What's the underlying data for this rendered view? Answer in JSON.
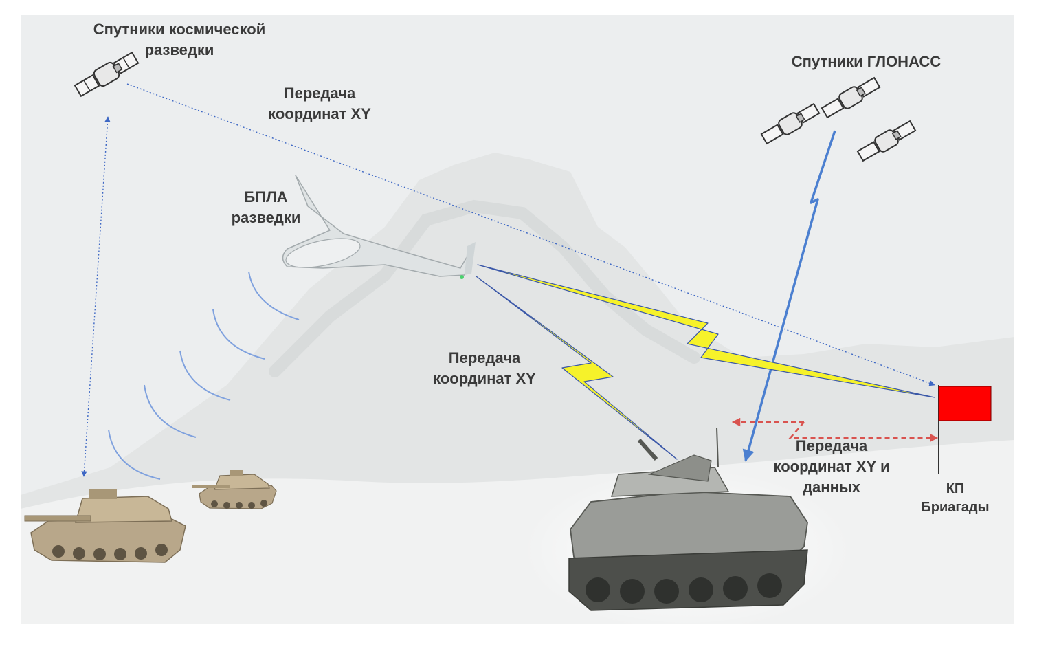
{
  "labels": {
    "recon_satellites": {
      "line1": "Спутники космической",
      "line2": "разведки"
    },
    "glonass_satellites": "Спутники ГЛОНАСС",
    "coord_transfer_top": {
      "line1": "Передача",
      "line2": "координат XY"
    },
    "uav": {
      "line1": "БПЛА",
      "line2": "разведки"
    },
    "coord_transfer_mid": {
      "line1": "Передача",
      "line2": "координат XY"
    },
    "coord_data_transfer": {
      "line1": "Передача",
      "line2": "координат XY  и",
      "line3": "данных"
    },
    "command_post": {
      "line1": "КП",
      "line2": "Бриагады"
    }
  },
  "colors": {
    "sky": "#eceeef",
    "mountain": "#e2e4e4",
    "label_text": "#3a3a3a",
    "dotted_link": "#3d67c4",
    "glonass_link": "#4b7fd0",
    "yellow_link": "#f6f22a",
    "red_dashed": "#d9534f",
    "flag": "#ff0000",
    "sonar_arcs": "#7fa1de"
  },
  "icons": [
    "satellite-icon",
    "uav-icon",
    "tank-icon",
    "ifv-icon",
    "flag-icon"
  ]
}
